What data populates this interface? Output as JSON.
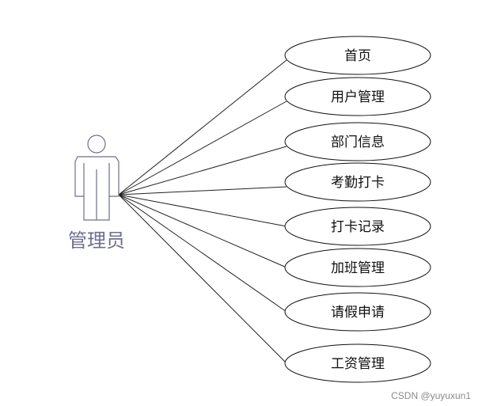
{
  "actor": {
    "label": "管理员",
    "icon": "stick-figure-icon",
    "stroke_color": "#6e6e90"
  },
  "use_cases": [
    {
      "id": "home",
      "label": "首页"
    },
    {
      "id": "user-management",
      "label": "用户管理"
    },
    {
      "id": "department-info",
      "label": "部门信息"
    },
    {
      "id": "attendance-checkin",
      "label": "考勤打卡"
    },
    {
      "id": "checkin-records",
      "label": "打卡记录"
    },
    {
      "id": "overtime-management",
      "label": "加班管理"
    },
    {
      "id": "leave-application",
      "label": "请假申请"
    },
    {
      "id": "salary-management",
      "label": "工资管理"
    }
  ],
  "colors": {
    "ellipse_stroke": "#111111",
    "line": "#222222"
  },
  "watermark": "CSDN @yuyuxun1"
}
